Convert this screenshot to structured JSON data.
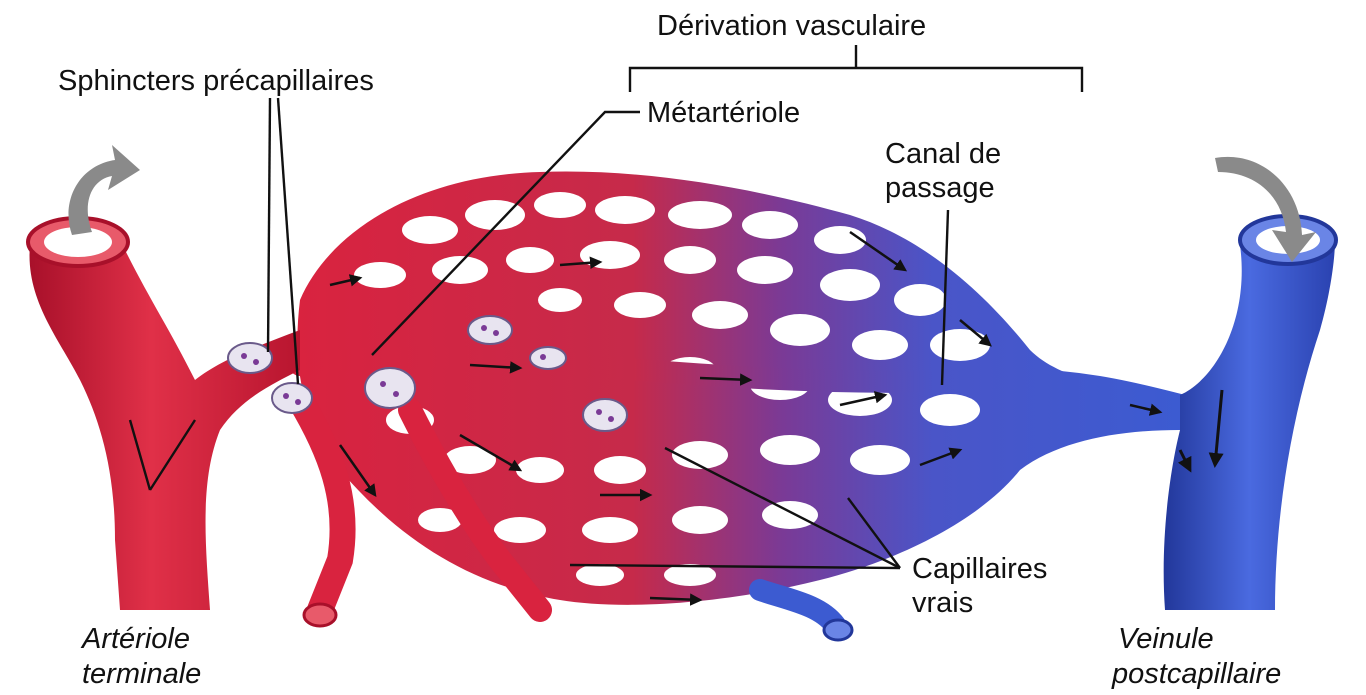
{
  "labels": {
    "vascular_shunt": "Dérivation vasculaire",
    "precapillary_sphincters": "Sphincters précapillaires",
    "metarteriole": "Métartériole",
    "thoroughfare_channel_line1": "Canal de",
    "thoroughfare_channel_line2": "passage",
    "true_capillaries_line1": "Capillaires",
    "true_capillaries_line2": "vrais",
    "terminal_arteriole_line1": "Artériole",
    "terminal_arteriole_line2": "terminale",
    "postcapillary_venule_line1": "Veinule",
    "postcapillary_venule_line2": "postcapillaire"
  },
  "colors": {
    "arterial": "#d9233f",
    "arterial_dark": "#a8102a",
    "mixed": "#7a3a96",
    "venous": "#3c5bd1",
    "venous_dark": "#22379a",
    "sphincter": "#e8e4f0",
    "flow_arrow": "#8a8a8a"
  },
  "icons": {
    "flow_arrow": "flow-arrow-icon",
    "sphincter": "sphincter-ring-icon"
  }
}
